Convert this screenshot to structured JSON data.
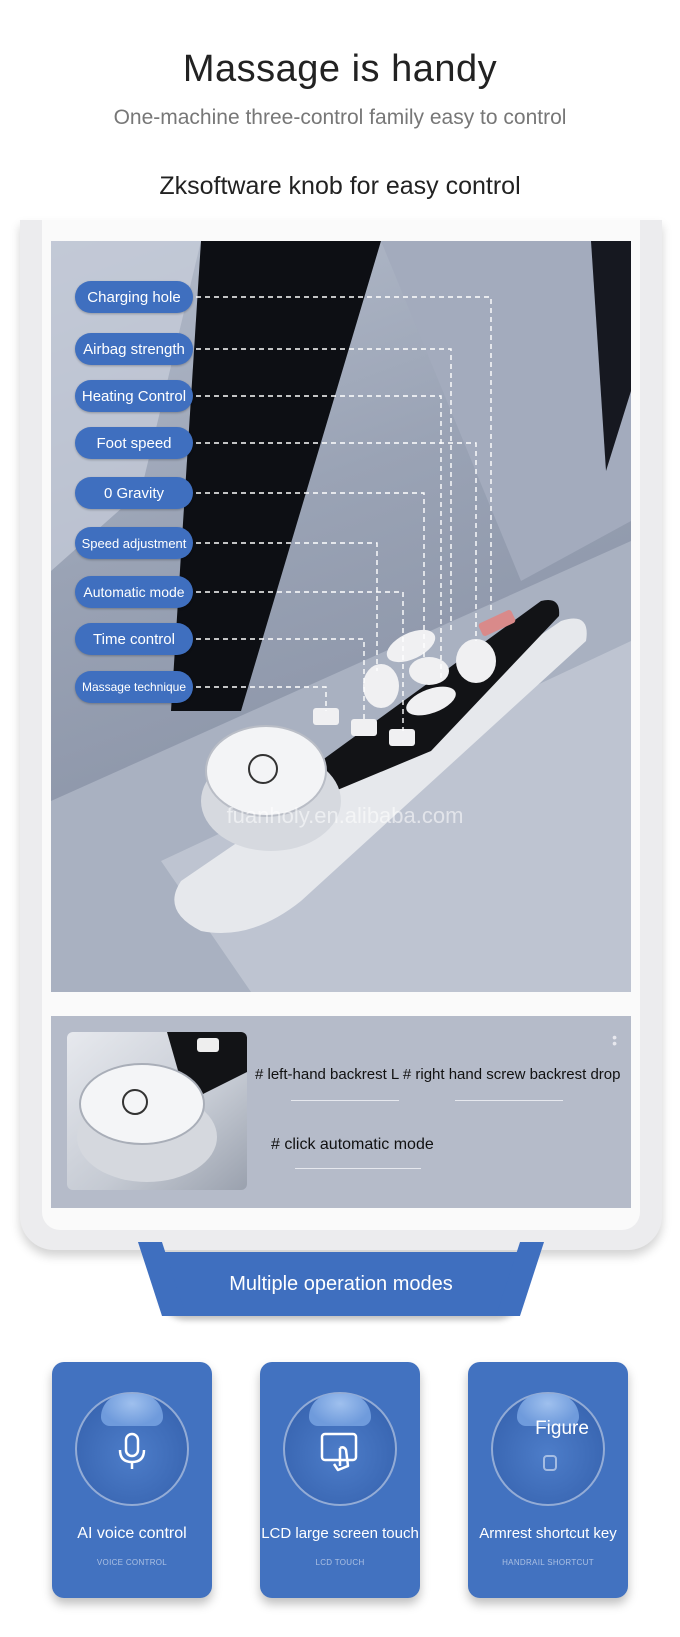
{
  "header": {
    "title": "Massage is handy",
    "subtitle": "One-machine three-control family easy to control",
    "section_title": "Zksoftware knob for easy control"
  },
  "callouts": [
    "Charging hole",
    "Airbag strength",
    "Heating Control",
    "Foot speed",
    "0 Gravity",
    "Speed adjustment",
    "Automatic mode",
    "Time control",
    "Massage technique"
  ],
  "watermark": "fuanholy.en.alibaba.com",
  "detail": {
    "line1": "# left-hand backrest L # right hand screw backrest drop",
    "line2": "# click automatic mode"
  },
  "modes_tab": "Multiple operation modes",
  "features": [
    {
      "label": "AI voice control",
      "sub": "VOICE CONTROL",
      "icon": "microphone-icon"
    },
    {
      "label": "LCD large screen touch",
      "sub": "LCD TOUCH",
      "icon": "touch-screen-icon"
    },
    {
      "label": "Armrest shortcut key",
      "sub": "HANDRAIL SHORTCUT",
      "icon": "armrest-key-icon",
      "overlay": "Figure"
    }
  ],
  "colors": {
    "accent_blue": "#3f6fbf",
    "card_blue": "#4272c0",
    "detail_panel": "#b5bbc9"
  }
}
